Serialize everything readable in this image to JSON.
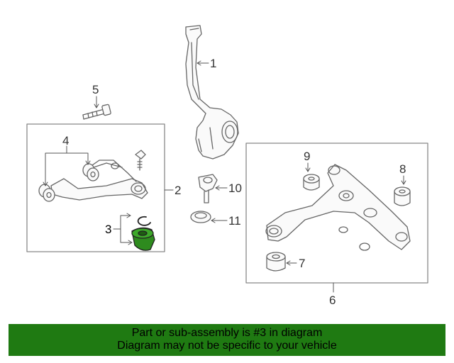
{
  "callouts": {
    "c1": "1",
    "c2": "2",
    "c3": "3",
    "c4": "4",
    "c5": "5",
    "c6": "6",
    "c7": "7",
    "c8": "8",
    "c9": "9",
    "c10": "10",
    "c11": "11"
  },
  "highlighted_part": "3",
  "banner": {
    "line1": "Part or sub-assembly is #3 in diagram",
    "line2": "Diagram may not be specific to your vehicle"
  },
  "colors": {
    "banner_bg": "#1f7a12",
    "highlight_fill": "#2e8b1e",
    "line": "#555555",
    "frame": "#888888"
  }
}
